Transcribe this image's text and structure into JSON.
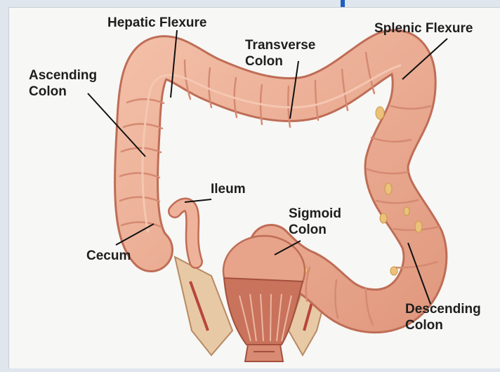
{
  "diagram": {
    "subject": "large intestine",
    "labels": {
      "hepatic_flexure": "Hepatic Flexure",
      "splenic_flexure": "Splenic Flexure",
      "transverse_colon": [
        "Transverse",
        "Colon"
      ],
      "ascending_colon": [
        "Ascending",
        "Colon"
      ],
      "ileum": "Ileum",
      "sigmoid_colon": [
        "Sigmoid",
        "Colon"
      ],
      "cecum": "Cecum",
      "descending_colon": [
        "Descending",
        "Colon"
      ]
    }
  },
  "colors": {
    "colon": "#e9a68c",
    "colon_outline": "#bf6d56",
    "haustra": "#d58a72",
    "fat": "#ecc27a",
    "rectum": "#c9735c",
    "background": "#f7f7f5",
    "text": "#1e1e1e",
    "frame": "#dfe6ee",
    "accent": "#1f5fbf"
  }
}
